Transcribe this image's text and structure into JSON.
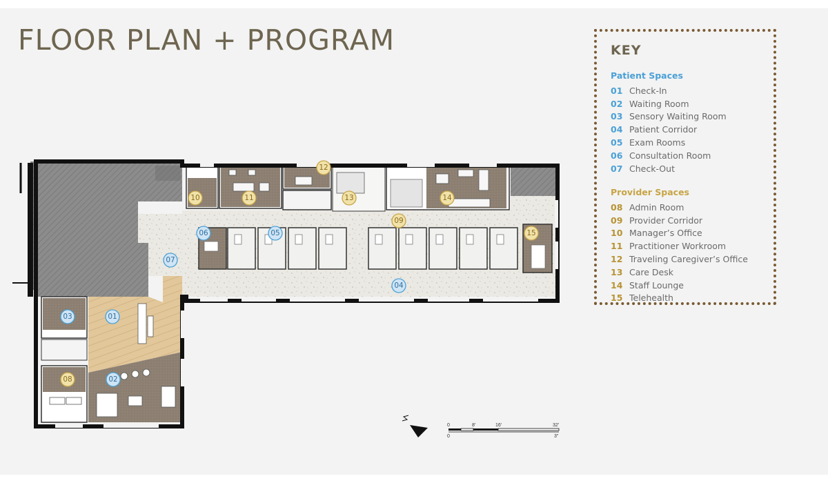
{
  "title": "FLOOR PLAN + PROGRAM",
  "key": {
    "title": "KEY",
    "patient_heading": "Patient Spaces",
    "patient": [
      {
        "num": "01",
        "label": "Check-In"
      },
      {
        "num": "02",
        "label": "Waiting Room"
      },
      {
        "num": "03",
        "label": "Sensory Waiting Room"
      },
      {
        "num": "04",
        "label": "Patient Corridor"
      },
      {
        "num": "05",
        "label": "Exam Rooms"
      },
      {
        "num": "06",
        "label": "Consultation Room"
      },
      {
        "num": "07",
        "label": "Check-Out"
      }
    ],
    "provider_heading": "Provider Spaces",
    "provider": [
      {
        "num": "08",
        "label": "Admin Room"
      },
      {
        "num": "09",
        "label": "Provider Corridor"
      },
      {
        "num": "10",
        "label": "Manager’s Office"
      },
      {
        "num": "11",
        "label": "Practitioner Workroom"
      },
      {
        "num": "12",
        "label": "Traveling Caregiver’s Office"
      },
      {
        "num": "13",
        "label": "Care Desk"
      },
      {
        "num": "14",
        "label": "Staff Lounge"
      },
      {
        "num": "15",
        "label": "Telehealth"
      }
    ]
  },
  "plan": {
    "badges": {
      "b01": "01",
      "b02": "02",
      "b03": "03",
      "b04": "04",
      "b05": "05",
      "b06": "06",
      "b07": "07",
      "b08": "08",
      "b09": "09",
      "b10": "10",
      "b11": "11",
      "b12": "12",
      "b13": "13",
      "b14": "14",
      "b15": "15"
    },
    "scale": {
      "t0": "0",
      "t8": "8'",
      "t16": "16'",
      "t32": "32'",
      "b0": "0",
      "b3": "3\""
    },
    "colors": {
      "patient": "#4aa0d6",
      "provider": "#c7a445",
      "border": "#7a5a33"
    }
  }
}
